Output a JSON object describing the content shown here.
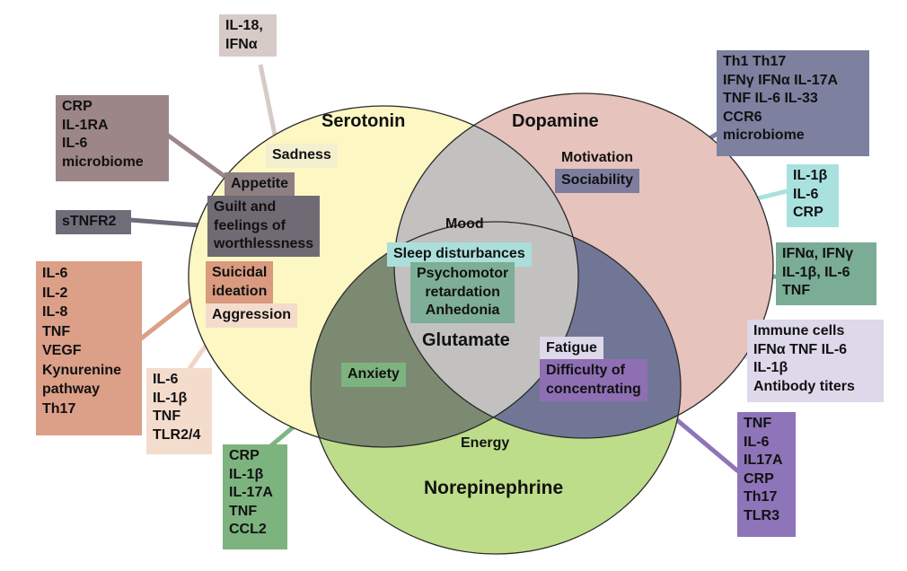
{
  "circles": {
    "serotonin": {
      "label": "Serotonin",
      "color": "#fcf7c3"
    },
    "dopamine": {
      "label": "Dopamine",
      "color": "#e6c3bc"
    },
    "norepinephrine": {
      "label": "Norepinephrine",
      "color": "#bedd8a"
    },
    "glutamate": {
      "label": "Glutamate",
      "color": "#9e9db0"
    }
  },
  "regions": {
    "mood": "Mood",
    "energy": "Energy",
    "motivation": "Motivation"
  },
  "symptoms": {
    "sadness": "Sadness",
    "appetite": "Appetite",
    "guilt": [
      "Guilt and",
      "feelings of",
      "worthlessness"
    ],
    "suicidal": [
      "Suicidal",
      "ideation"
    ],
    "aggression": "Aggression",
    "sociability": "Sociability",
    "sleep": "Sleep disturbances",
    "psychomotor": [
      "Psychomotor",
      "retardation",
      "Anhedonia"
    ],
    "fatigue": "Fatigue",
    "concentrating": [
      "Difficulty of",
      "concentrating"
    ],
    "anxiety": "Anxiety"
  },
  "factors": {
    "il18": [
      "IL-18,",
      "IFNα"
    ],
    "crp_il1ra": [
      "CRP",
      "IL-1RA",
      "IL-6",
      "microbiome"
    ],
    "stnfr2": [
      "sTNFR2"
    ],
    "il6_list": [
      "IL-6",
      "IL-2",
      "IL-8",
      "TNF",
      "VEGF",
      "Kynurenine",
      "pathway",
      "Th17"
    ],
    "il6_tlr": [
      "IL-6",
      "IL-1β",
      "TNF",
      "TLR2/4"
    ],
    "crp_ccl2": [
      "CRP",
      "IL-1β",
      "IL-17A",
      "TNF",
      "CCL2"
    ],
    "th1": [
      "Th1 Th17",
      "IFNγ IFNα IL-17A",
      "TNF IL-6 IL-33",
      "CCR6",
      "microbiome"
    ],
    "il1b_crp": [
      "IL-1β",
      "IL-6",
      "CRP"
    ],
    "ifn": [
      "IFNα, IFNγ",
      "IL-1β, IL-6",
      "TNF"
    ],
    "immune": [
      "Immune cells",
      "IFNα TNF IL-6",
      "IL-1β",
      "Antibody titers"
    ],
    "tnf_tlr3": [
      "TNF",
      "IL-6",
      "IL17A",
      "CRP",
      "Th17",
      "TLR3"
    ]
  }
}
